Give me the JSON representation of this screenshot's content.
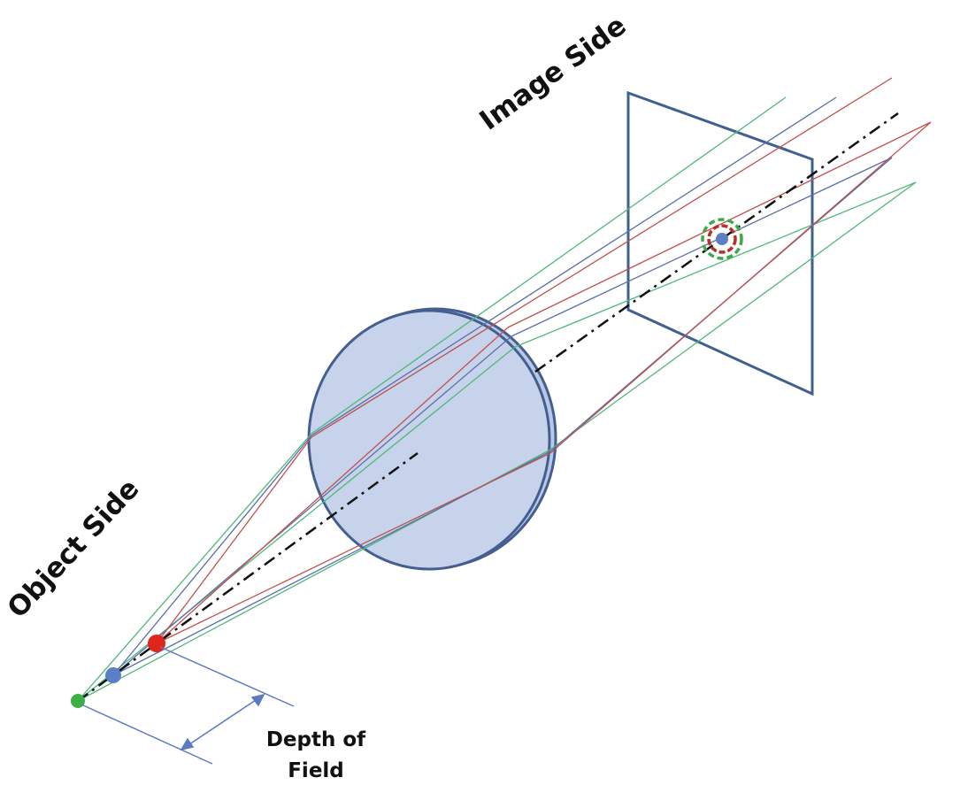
{
  "labels": {
    "image_side": "Image Side",
    "object_side": "Object Side",
    "depth_line1": "Depth of",
    "depth_line2": "Field"
  },
  "colors": {
    "lens_fill": "#c6d3ea",
    "lens_edge": "#445f8f",
    "sensor": "#40608f",
    "axis": "#111111",
    "ray_green": "#4fb87a",
    "ray_blue": "#5a6fa8",
    "ray_red": "#c0504d",
    "point_green": "#3cb043",
    "point_blue": "#5b7fc4",
    "point_red": "#e0251b",
    "arrow": "#5a7bbf",
    "focus_circle_green": "#3fa94a",
    "focus_circle_red": "#b5322b"
  },
  "icons": {
    "lens": "lens-shape",
    "sensor": "image-plane",
    "dimension": "double-arrow"
  }
}
